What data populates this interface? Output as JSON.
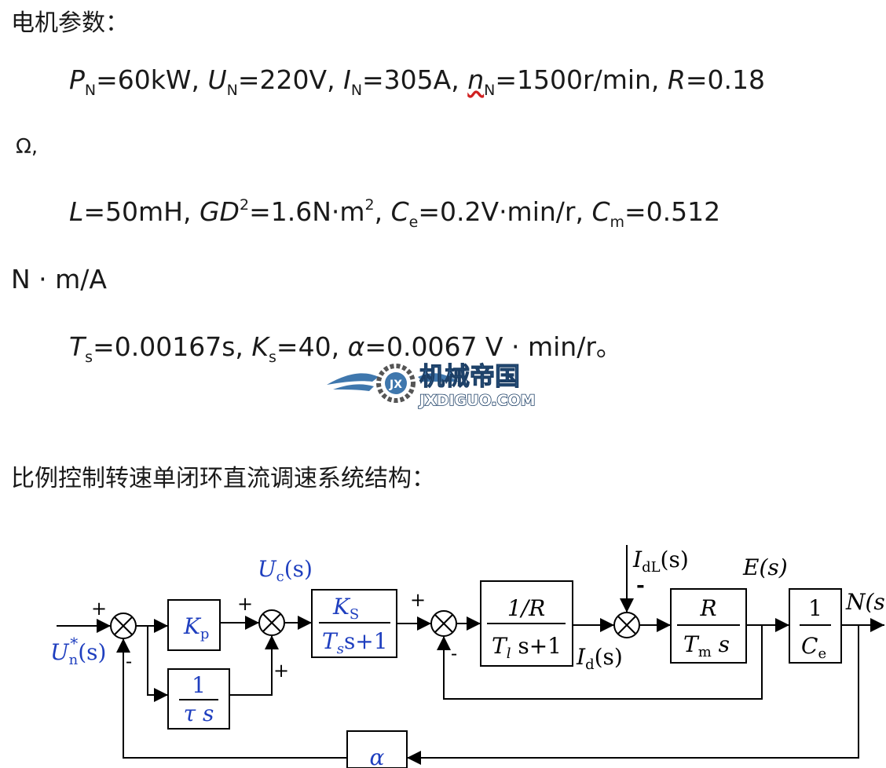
{
  "heading_params": "电机参数：",
  "params": {
    "line1": {
      "P": "P",
      "N": "N",
      "Pval": "=60kW,",
      "U": "U",
      "Uval": "=220V,",
      "I": "I",
      "Ival": "=305A,",
      "n": "n",
      "nval": "=1500r/min,",
      "R": "R",
      "Rval": "=0.18"
    },
    "line2": "Ω,",
    "line3": {
      "L": "L",
      "Lval": "=50mH,",
      "GD": "GD",
      "GD_sup": "2",
      "GDval": "=1.6N·m",
      "m_sup": "2",
      "comma": ",",
      "C": "C",
      "e": "e",
      "Ceval": "=0.2V·min/r,",
      "m": "m",
      "Cmval": "=0.512"
    },
    "line4": "N · m/A",
    "line5": {
      "T": "T",
      "s": "s",
      "Tval": "=0.00167s,",
      "K": "K",
      "Kval": "=40,",
      "alpha": "α",
      "alphaval": "=0.0067 V · min/r。"
    }
  },
  "watermark": {
    "title": "机械帝国",
    "domain": "JXDIGUO.COM",
    "badge": "JX"
  },
  "heading_structure": "比例控制转速单闭环直流调速系统结构：",
  "diagram": {
    "colors": {
      "blue": "#1f3fbf",
      "black": "#000000"
    },
    "input": {
      "U": "U",
      "n": "n",
      "star": "*",
      "s": "(s)"
    },
    "Kp": {
      "K": "K",
      "p": "p"
    },
    "integ": {
      "num": "1",
      "den": "τ s"
    },
    "Uc": {
      "U": "U",
      "c": "c",
      "s": "(s)"
    },
    "Ks": {
      "K": "K",
      "S": "S",
      "T": "T",
      "s": "s",
      "den_rest": "s+1"
    },
    "armature": {
      "num": "1/R",
      "T": "T",
      "l": "l",
      "den_rest": " s+1"
    },
    "Id": {
      "I": "I",
      "d": "d",
      "s": "(s)"
    },
    "IdL": {
      "I": "I",
      "dL": "dL",
      "s": "(s)"
    },
    "E": "E(s)",
    "mech": {
      "num": "R",
      "T": "T",
      "m": "m",
      "s": " s"
    },
    "Ce": {
      "num": "1",
      "C": "C",
      "e": "e"
    },
    "output": "N(s",
    "alpha": "α",
    "signs": {
      "plus": "+",
      "minus": "-"
    }
  }
}
